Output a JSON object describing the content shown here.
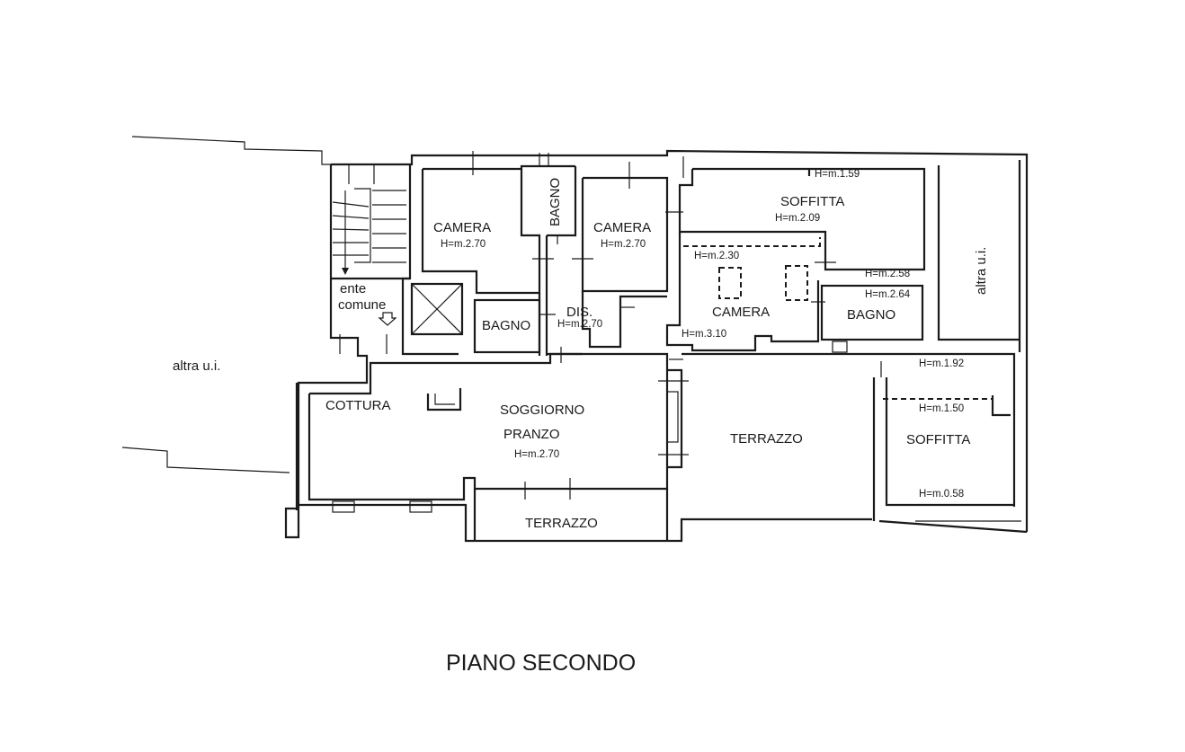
{
  "plan": {
    "title": "PIANO SECONDO",
    "rooms": [
      {
        "id": "camera1",
        "name": "CAMERA",
        "height": "H=m.2.70"
      },
      {
        "id": "bagno-vert",
        "name": "BAGNO"
      },
      {
        "id": "camera2",
        "name": "CAMERA",
        "height": "H=m.2.70"
      },
      {
        "id": "soffitta1",
        "name": "SOFFITTA",
        "heights": [
          "H=m.1.59",
          "H=m.2.09"
        ]
      },
      {
        "id": "camera3",
        "name": "CAMERA",
        "heights": [
          "H=m.2.30",
          "H=m.3.10"
        ]
      },
      {
        "id": "bagno3",
        "name": "BAGNO",
        "heights": [
          "H=m.2.58",
          "H=m.2.64"
        ]
      },
      {
        "id": "bagno2",
        "name": "BAGNO"
      },
      {
        "id": "dis",
        "name": "DIS.",
        "height": "H=m.2.70"
      },
      {
        "id": "cottura",
        "name": "COTTURA"
      },
      {
        "id": "soggiorno",
        "name": "SOGGIORNO",
        "name2": "PRANZO",
        "height": "H=m.2.70"
      },
      {
        "id": "terrazzo1",
        "name": "TERRAZZO"
      },
      {
        "id": "terrazzo2",
        "name": "TERRAZZO"
      },
      {
        "id": "soffitta2",
        "name": "SOFFITTA",
        "heights": [
          "H=m.1.92",
          "H=m.1.50",
          "H=m.0.58"
        ]
      }
    ],
    "ente": "ente",
    "comune": "comune",
    "altra_left": "altra u.i.",
    "altra_right": "altra u.i."
  }
}
